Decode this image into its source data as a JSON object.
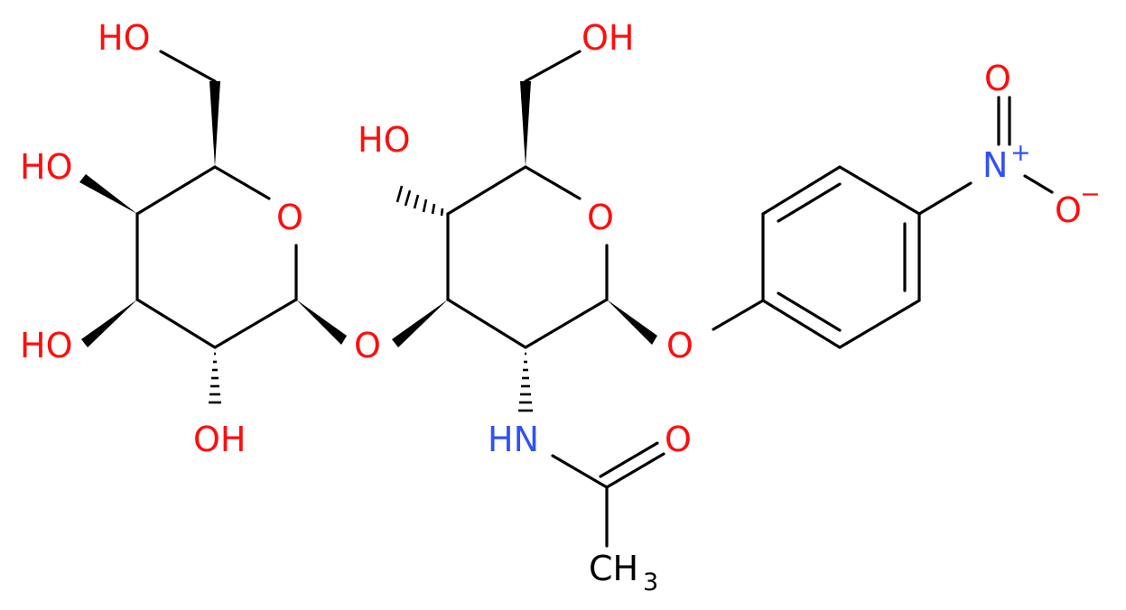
{
  "colors": {
    "oxygen": "#ff0d0d",
    "nitrogen": "#3050f8",
    "carbon": "#000000",
    "background": "#ffffff"
  },
  "labels": {
    "galactose_ch2oh": "HO",
    "galactose_oh4": "HO",
    "galactose_oh3": "HO",
    "galactose_oh2": "OH",
    "galactose_ring_o": "O",
    "glycosidic_o": "O",
    "glcnac_ch2oh": "OH",
    "glcnac_oh4": "HO",
    "glcnac_ring_o": "O",
    "phenyl_ether_o": "O",
    "amide_nh": "HN",
    "amide_o": "O",
    "methyl_c": "CH",
    "methyl_sub": "3",
    "nitro_n": "N",
    "nitro_n_charge": "+",
    "nitro_o_top": "O",
    "nitro_o_right": "O",
    "nitro_o_charge": "−"
  }
}
